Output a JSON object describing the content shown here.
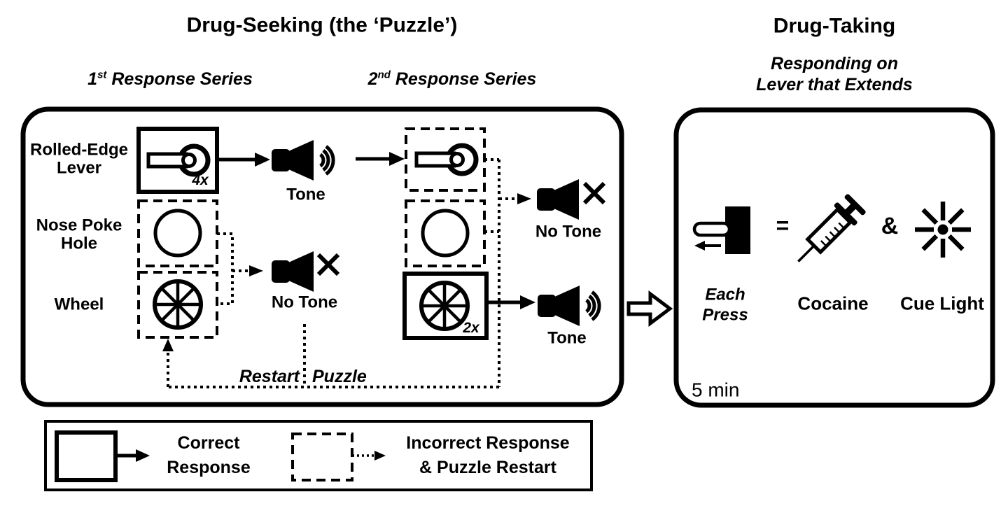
{
  "colors": {
    "ink": "#000000",
    "background": "#ffffff"
  },
  "titles": {
    "drug_seeking": "Drug-Seeking (the ‘Puzzle’)",
    "drug_taking": "Drug-Taking",
    "taking_sub1": "Responding on",
    "taking_sub2": "Lever that Extends",
    "series1_num": "1",
    "series1_sup": "st",
    "series1_label": " Response Series",
    "series2_num": "2",
    "series2_sup": "nd",
    "series2_label": " Response Series"
  },
  "puzzle": {
    "labels": {
      "lever_line1": "Rolled-Edge",
      "lever_line2": "Lever",
      "nose_line1": "Nose Poke",
      "nose_line2": "Hole",
      "wheel": "Wheel"
    },
    "s1": {
      "mult": "4x",
      "tone": "Tone",
      "no_tone": "No Tone"
    },
    "s2": {
      "mult": "2x",
      "tone": "Tone",
      "no_tone": "No Tone"
    },
    "restart": {
      "left": "Restart",
      "right": "Puzzle"
    }
  },
  "taking": {
    "each_line1": "Each",
    "each_line2": "Press",
    "equals": "=",
    "amp": "&",
    "cocaine": "Cocaine",
    "cue_light": "Cue Light",
    "duration": "5 min"
  },
  "legend": {
    "correct_line1": "Correct",
    "correct_line2": "Response",
    "incorrect_line1": "Incorrect Response",
    "incorrect_line2": "& Puzzle Restart"
  },
  "icons": [
    "rolled-edge-lever-icon",
    "nose-poke-hole-icon",
    "wheel-icon",
    "speaker-tone-icon",
    "speaker-no-tone-icon",
    "x-mark-icon",
    "solid-arrow-icon",
    "dotted-arrow-icon",
    "restart-loop-path",
    "block-arrow-icon",
    "lever-extends-icon",
    "syringe-icon",
    "cue-light-icon"
  ]
}
